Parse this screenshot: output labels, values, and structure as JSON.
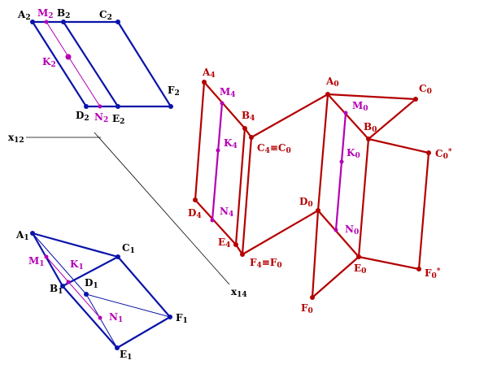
{
  "colors": {
    "blue": "#0a14a8",
    "red": "#b40000",
    "magenta": "#b400b4",
    "axis": "#000000"
  },
  "labels": {
    "A2": [
      "A",
      "2"
    ],
    "M2": [
      "M",
      "2"
    ],
    "B2": [
      "B",
      "2"
    ],
    "C2": [
      "C",
      "2"
    ],
    "K2": [
      "K",
      "2"
    ],
    "D2": [
      "D",
      "2"
    ],
    "N2": [
      "N",
      "2"
    ],
    "E2": [
      "E",
      "2"
    ],
    "F2": [
      "F",
      "2"
    ],
    "x12": [
      "x",
      "12"
    ],
    "x14": [
      "x",
      "14"
    ],
    "A1": [
      "A",
      "1"
    ],
    "M1": [
      "M",
      "1"
    ],
    "K1": [
      "K",
      "1"
    ],
    "C1": [
      "C",
      "1"
    ],
    "B1": [
      "B",
      "1"
    ],
    "D1": [
      "D",
      "1"
    ],
    "N1": [
      "N",
      "1"
    ],
    "F1": [
      "F",
      "1"
    ],
    "E1": [
      "E",
      "1"
    ],
    "A4": [
      "A",
      "4"
    ],
    "M4": [
      "M",
      "4"
    ],
    "B4": [
      "B",
      "4"
    ],
    "K4": [
      "K",
      "4"
    ],
    "C4C0": [
      "C",
      "4",
      "≡C",
      "0"
    ],
    "D4": [
      "D",
      "4"
    ],
    "N4": [
      "N",
      "4"
    ],
    "E4": [
      "E",
      "4"
    ],
    "F4F0": [
      "F",
      "4",
      "≡F",
      "0"
    ],
    "A0": [
      "A",
      "0"
    ],
    "C0": [
      "C",
      "0"
    ],
    "M0": [
      "M",
      "0"
    ],
    "B0": [
      "B",
      "0"
    ],
    "K0": [
      "K",
      "0"
    ],
    "C0s": [
      "C",
      "0",
      "*"
    ],
    "D0": [
      "D",
      "0"
    ],
    "N0": [
      "N",
      "0"
    ],
    "E0": [
      "E",
      "0"
    ],
    "F0s": [
      "F",
      "0",
      "*"
    ],
    "F0": [
      "F",
      "0"
    ]
  }
}
